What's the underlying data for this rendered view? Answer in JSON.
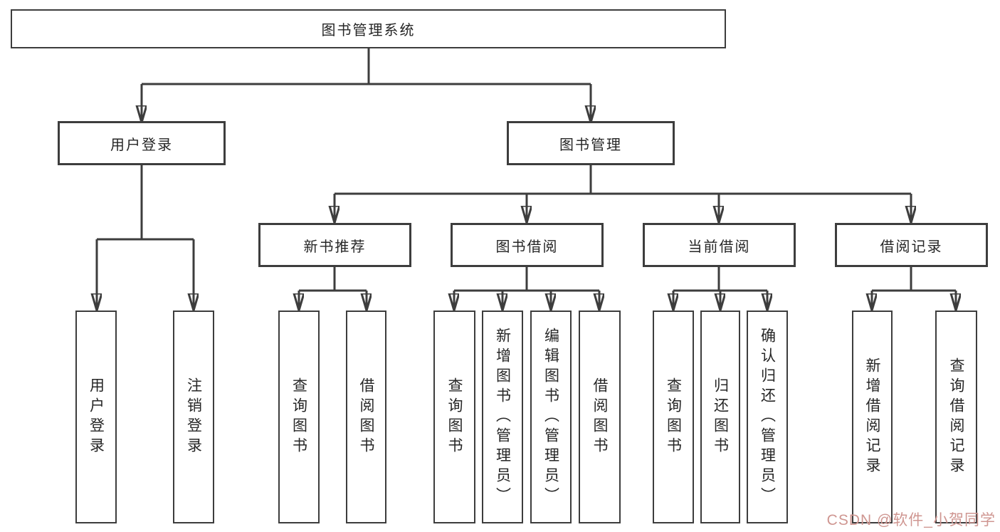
{
  "tree": {
    "label": "图书管理系统",
    "children": [
      {
        "label": "用户登录",
        "children": [
          {
            "label": "用户登录"
          },
          {
            "label": "注销登录"
          }
        ]
      },
      {
        "label": "图书管理",
        "children": [
          {
            "label": "新书推荐",
            "children": [
              {
                "label": "查询图书"
              },
              {
                "label": "借阅图书"
              }
            ]
          },
          {
            "label": "图书借阅",
            "children": [
              {
                "label": "查询图书"
              },
              {
                "label": "新增图书（管理员）"
              },
              {
                "label": "编辑图书（管理员）"
              },
              {
                "label": "借阅图书"
              }
            ]
          },
          {
            "label": "当前借阅",
            "children": [
              {
                "label": "查询图书"
              },
              {
                "label": "归还图书"
              },
              {
                "label": "确认归还（管理员）"
              }
            ]
          },
          {
            "label": "借阅记录",
            "children": [
              {
                "label": "新增借阅记录"
              },
              {
                "label": "查询借阅记录"
              }
            ]
          }
        ]
      }
    ]
  },
  "watermark": {
    "text": "CSDN @软件_小贺同学"
  },
  "colors": {
    "line": "#3d3d3d",
    "text": "#262626",
    "watermark": "#cf9691",
    "bg": "#ffffff"
  }
}
